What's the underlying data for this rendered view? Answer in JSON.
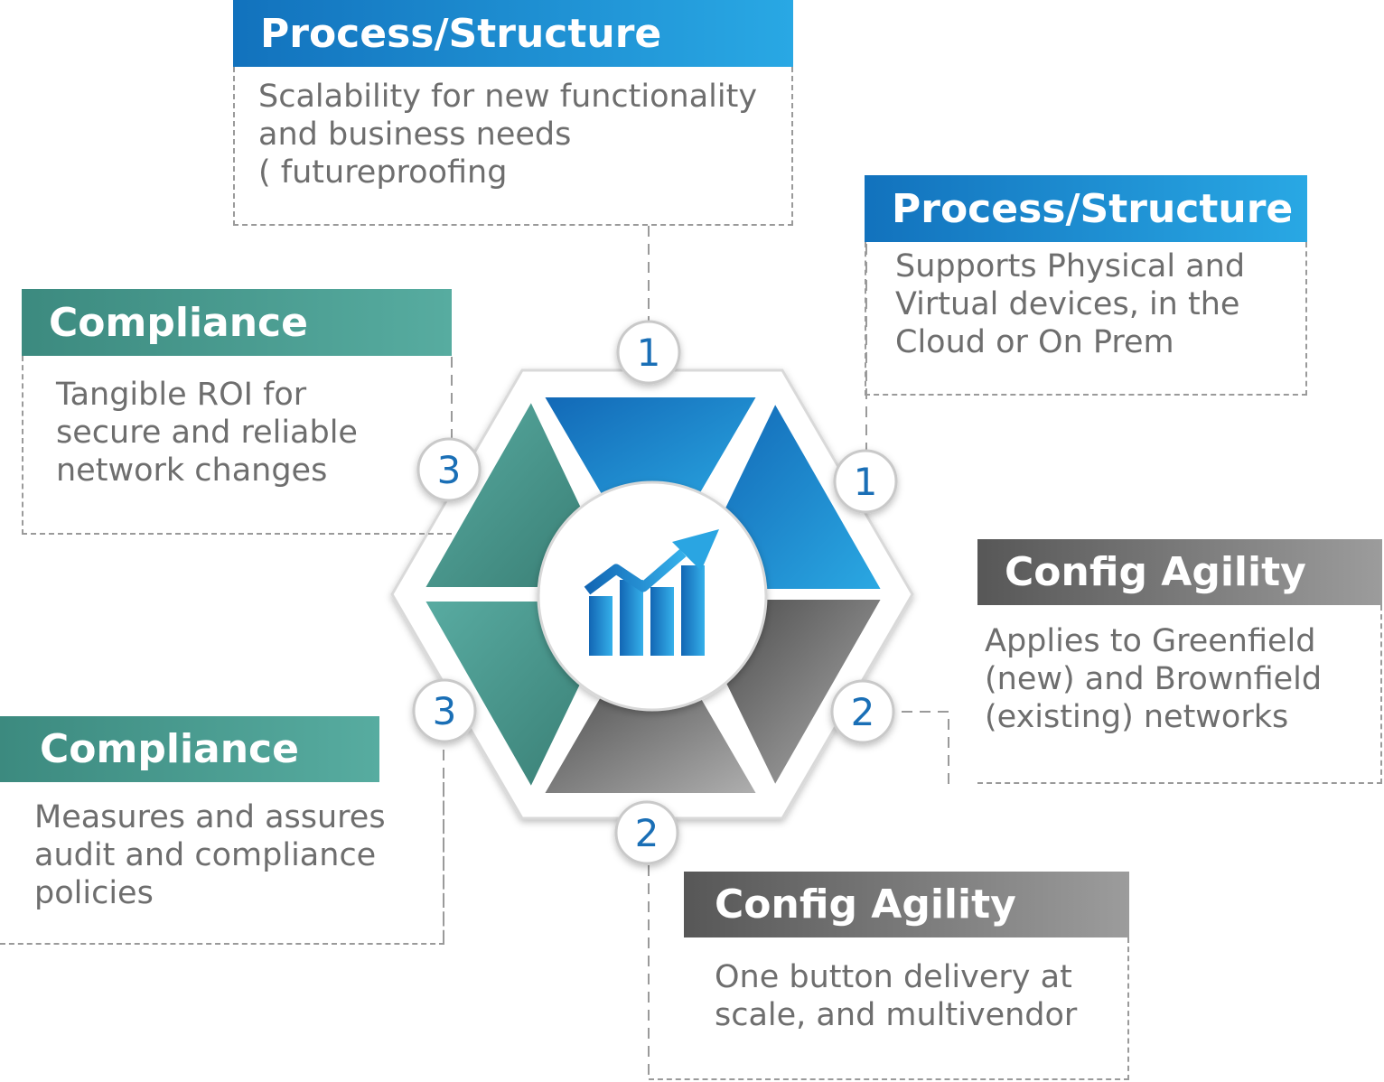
{
  "cards": [
    {
      "id": "top",
      "title": "Process/Structure",
      "lines": [
        "Scalability for new functionality",
        "and business needs",
        "( futureproofing"
      ]
    },
    {
      "id": "right-top",
      "title": "Process/Structure",
      "lines": [
        "Supports Physical and",
        "Virtual devices, in the",
        "Cloud or On Prem"
      ]
    },
    {
      "id": "left-top",
      "title": "Compliance",
      "lines": [
        "Tangible ROI for",
        "secure and reliable",
        "network changes"
      ]
    },
    {
      "id": "right-mid",
      "title": "Config Agility",
      "lines": [
        "Applies to Greenfield",
        "(new) and Brownfield",
        "(existing) networks"
      ]
    },
    {
      "id": "left-bottom",
      "title": "Compliance",
      "lines": [
        "Measures and assures",
        "audit and compliance",
        "policies"
      ]
    },
    {
      "id": "bottom",
      "title": "Config Agility",
      "lines": [
        "One button delivery at",
        "scale, and multivendor"
      ]
    }
  ],
  "badges": [
    "1",
    "1",
    "2",
    "2",
    "3",
    "3"
  ],
  "center_icon": "growth-chart-icon",
  "colors": {
    "blue": "#1a7fc9",
    "teal": "#4a9a8f",
    "gray": "#6e6e6e"
  }
}
